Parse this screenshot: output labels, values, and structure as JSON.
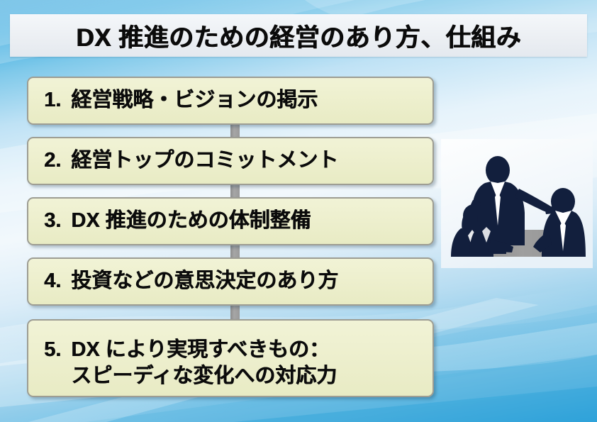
{
  "slide": {
    "title": "DX 推進のための経営のあり方、仕組み",
    "background_colors": {
      "blue_dark": "#1d9bd8",
      "blue_light": "#e6f3fb",
      "title_band": "#eceff3",
      "box_fill": "#edefcd",
      "box_border": "#9d9d93",
      "connector": "#9a9a9a",
      "silhouette": "#121f3d",
      "table": "#9a9a9a"
    },
    "items": [
      {
        "number": "1.",
        "label": "経営戦略・ビジョンの掲示"
      },
      {
        "number": "2.",
        "label": "経営トップのコミットメント"
      },
      {
        "number": "3.",
        "label": "DX 推進のための体制整備"
      },
      {
        "number": "4.",
        "label": "投資などの意思決定のあり方"
      },
      {
        "number": "5.",
        "label": "DX により実現すべきもの：\nスピーディな変化への対応力"
      }
    ],
    "illustration": {
      "name": "business-meeting-silhouette",
      "description": "経営会議のシルエット"
    }
  }
}
